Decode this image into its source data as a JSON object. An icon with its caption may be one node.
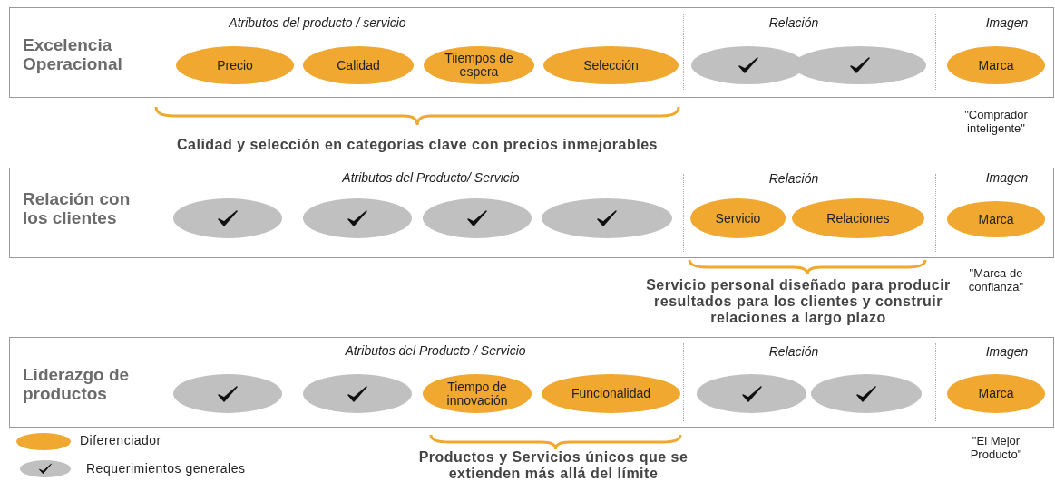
{
  "diagram": {
    "nodes": [
      {
        "text": [
          "Excelencia Operacional"
        ]
      },
      {
        "text": [
          "Precio"
        ],
        "in": 0
      },
      {
        "text": [
          "Calidad"
        ],
        "in": 0
      },
      {
        "text": [
          "Tiiempos de espera"
        ],
        "in": 0
      },
      {
        "text": [
          "Selección"
        ],
        "in": 0
      },
      {
        "text": [],
        "shape": "ellipse",
        "in": 0
      },
      {
        "text": [],
        "shape": "ellipse",
        "in": 0
      },
      {
        "text": [
          "Marca"
        ],
        "in": 0,
        "beside": [
          "\"Comprador inteligente\""
        ]
      },
      {
        "text": [
          "Relación con los clientes"
        ]
      },
      {
        "text": [],
        "shape": "ellipse",
        "in": 8
      },
      {
        "text": [],
        "shape": "ellipse",
        "in": 8
      },
      {
        "text": [],
        "shape": "ellipse",
        "in": 8
      },
      {
        "text": [],
        "shape": "ellipse",
        "in": 8
      },
      {
        "text": [
          "Servicio"
        ],
        "in": 8
      },
      {
        "text": [
          "Relaciones"
        ],
        "in": 8
      },
      {
        "text": [
          "Marca"
        ],
        "in": 8,
        "beside": [
          "\"Marca de confianza\""
        ]
      },
      {
        "text": [
          "Liderazgo de productos"
        ]
      },
      {
        "text": [],
        "shape": "ellipse",
        "in": 16
      },
      {
        "text": [],
        "shape": "ellipse",
        "in": 16
      },
      {
        "text": [
          "Tiempo de innovación"
        ],
        "in": 16
      },
      {
        "text": [
          "Funcionalidad"
        ],
        "in": 16
      },
      {
        "text": [],
        "shape": "ellipse",
        "in": 16
      },
      {
        "text": [],
        "shape": "ellipse",
        "in": 16
      },
      {
        "text": [
          "Marca"
        ],
        "in": 16,
        "beside": [
          "\"El Mejor Producto\""
        ]
      }
    ],
    "edges": [],
    "labels": [
      "Atributos del producto / servicio",
      "Relación",
      "Imagen",
      "Calidad y selección en categorías clave con precios inmejorables",
      "Atributos del Producto/ Servicio",
      "Relación",
      "Imagen",
      "Servicio personal diseñado para producir resultados para los clientes y construir relaciones a largo plazo",
      "Atributos del Producto / Servicio",
      "Relación",
      "Imagen",
      "Productos y Servicios únicos que se extienden más allá del límite"
    ],
    "legend": [
      {
        "text": "Diferenciador",
        "color": "#f0a830"
      },
      {
        "text": "Requerimientos generales",
        "color": "#c0c0c0"
      }
    ]
  }
}
